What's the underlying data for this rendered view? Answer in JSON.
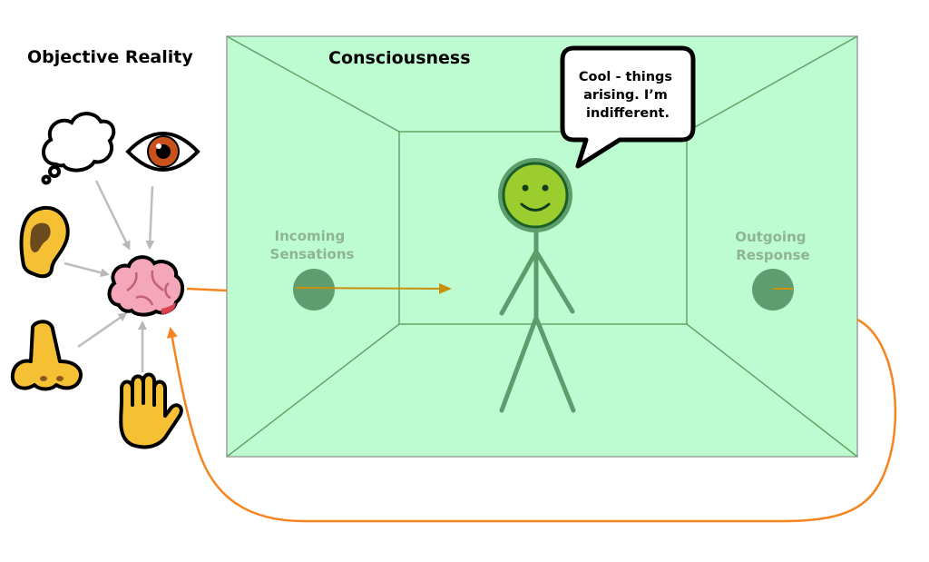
{
  "left_title": "Objective Reality",
  "room_title": "Consciousness",
  "incoming_label": [
    "Incoming",
    "Sensations"
  ],
  "outgoing_label": [
    "Outgoing",
    "Response"
  ],
  "speech_bubble": [
    "Cool - things",
    "arising. I’m",
    "indifferent."
  ],
  "icons": [
    "thought-bubble-icon",
    "eye-icon",
    "ear-icon",
    "brain-icon",
    "nose-icon",
    "raised-hand-icon"
  ],
  "colors": {
    "room_fill": "#bdfcd0",
    "room_stroke": "#66a366",
    "figure": "#5c9e6b",
    "face": "#9acd32",
    "feedback_arrow": "#f5841f",
    "incoming_arrow": "#b8860b",
    "sense_arrows": "#bbbbbb"
  }
}
